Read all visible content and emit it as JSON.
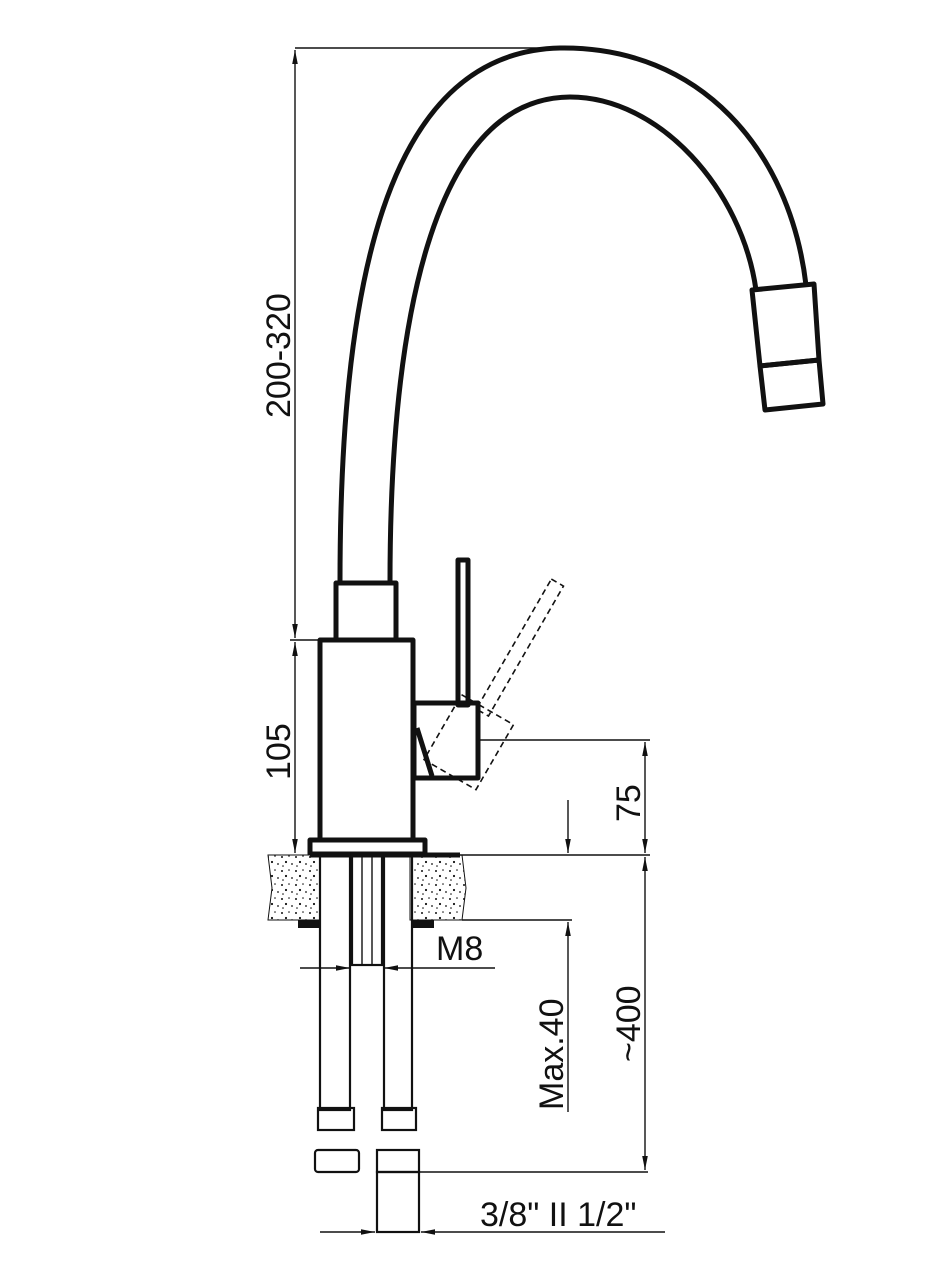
{
  "dimensions": {
    "spout_height": "200-320",
    "body_height": "105",
    "handle_height": "75",
    "hose_length": "~400",
    "max_countertop": "Max.40",
    "thread": "M8",
    "connection": "3/8\" II 1/2\""
  }
}
